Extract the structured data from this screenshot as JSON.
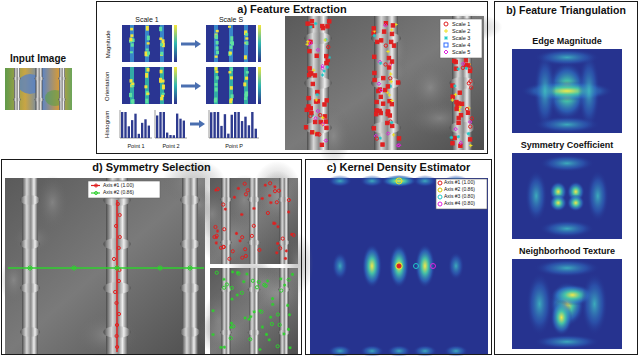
{
  "diagram": {
    "nodes": [
      {
        "text": [
          "a) Feature Extraction"
        ]
      },
      {
        "text": [
          "b) Feature Triangulation"
        ]
      },
      {
        "text": [
          "Edge Magnitude"
        ],
        "in": 1
      },
      {
        "text": [
          "Symmetry Coefficient"
        ],
        "in": 1
      },
      {
        "text": [
          "Neighborhood Texture"
        ],
        "in": 1
      },
      {
        "text": [
          "d) Symmetry Selection"
        ]
      },
      {
        "text": [
          "c) Kernel Density Estimator"
        ]
      }
    ],
    "labels": [
      "Input Image",
      "Scale 1",
      "Scale S",
      "Magnitude",
      "Orientation",
      "Histogram",
      "Point 1",
      "Point 2",
      "Point P"
    ],
    "legend": [
      {
        "text": "Scale 1"
      },
      {
        "text": "Scale 2"
      },
      {
        "text": "Scale 3"
      },
      {
        "text": "Scale 4"
      },
      {
        "text": "Scale 5"
      },
      {
        "text": "Axis #1 (1.00)"
      },
      {
        "text": "Axis #2 (0.86)"
      },
      {
        "text": "Axis #3 (0.80)"
      },
      {
        "text": "Axis #4 (0.80)"
      },
      {
        "text": "Axis #1 (1.00)"
      },
      {
        "text": "Axis #2 (0.86)"
      }
    ]
  }
}
